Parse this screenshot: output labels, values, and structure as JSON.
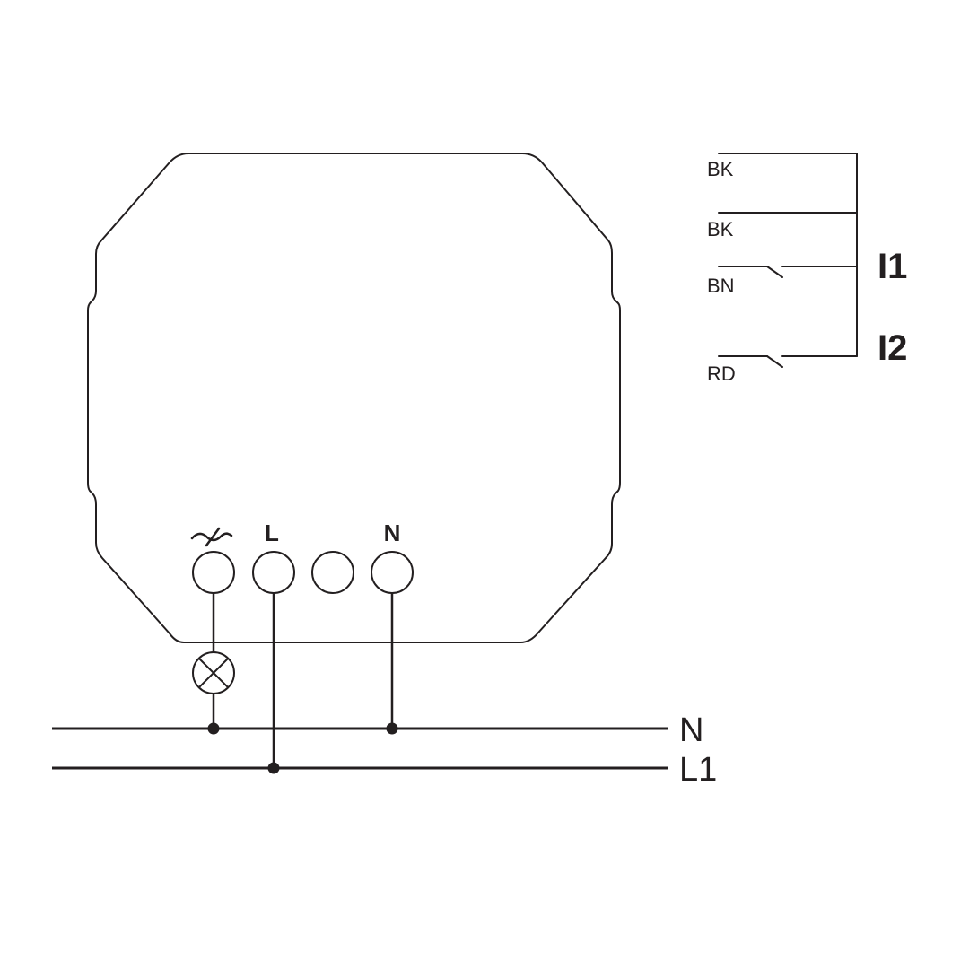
{
  "terminals": [
    {
      "id": "dimmed-output",
      "label": "",
      "symbol": "dimmer-output-symbol"
    },
    {
      "id": "live",
      "label": "L"
    },
    {
      "id": "unused",
      "label": ""
    },
    {
      "id": "neutral",
      "label": "N"
    }
  ],
  "wires": [
    {
      "id": "bk1",
      "label": "BK"
    },
    {
      "id": "bk2",
      "label": "BK"
    },
    {
      "id": "bn",
      "label": "BN"
    },
    {
      "id": "rd",
      "label": "RD"
    }
  ],
  "inputs": {
    "i1": "I1",
    "i2": "I2"
  },
  "bus_lines": {
    "neutral": "N",
    "live": "L1"
  },
  "icons": {
    "load": "lamp-icon",
    "switch": "switch-contact-icon"
  },
  "colors": {
    "line": "#231f20",
    "background": "#ffffff"
  }
}
